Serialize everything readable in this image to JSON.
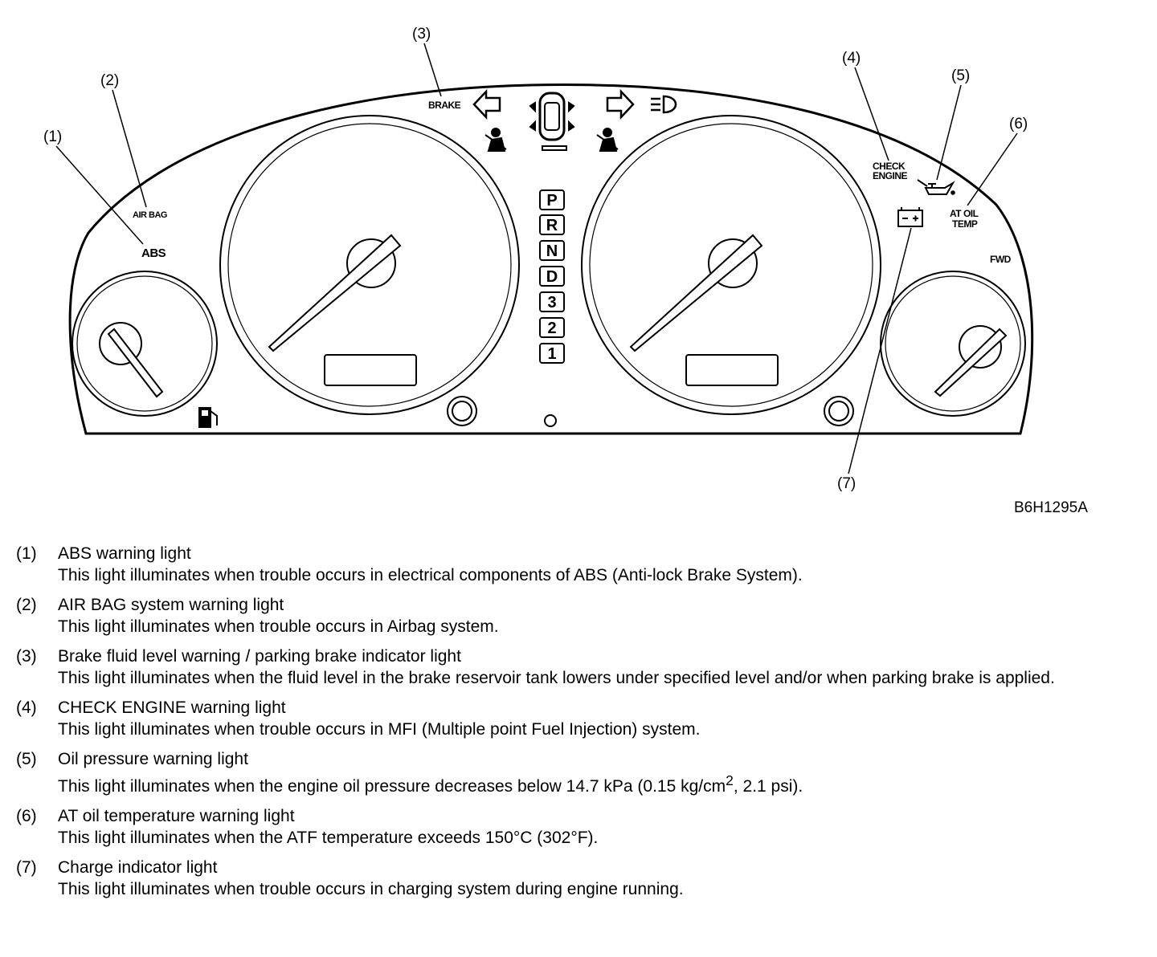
{
  "figure": {
    "code": "B6H1295A",
    "callouts": [
      "(1)",
      "(2)",
      "(3)",
      "(4)",
      "(5)",
      "(6)",
      "(7)"
    ],
    "cluster_labels": {
      "abs": "ABS",
      "air_bag": "AIR BAG",
      "brake": "BRAKE",
      "check_engine_line1": "CHECK",
      "check_engine_line2": "ENGINE",
      "at_oil_line1": "AT OIL",
      "at_oil_line2": "TEMP",
      "fwd": "FWD"
    },
    "gear_positions": [
      "P",
      "R",
      "N",
      "D",
      "3",
      "2",
      "1"
    ]
  },
  "legend": [
    {
      "num": "(1)",
      "title": "ABS warning light",
      "desc": "This light illuminates when trouble occurs in electrical components of ABS (Anti-lock Brake System)."
    },
    {
      "num": "(2)",
      "title": "AIR BAG system warning light",
      "desc": "This light illuminates when trouble occurs in Airbag system."
    },
    {
      "num": "(3)",
      "title": "Brake fluid level warning / parking brake indicator light",
      "desc": "This light illuminates when the fluid level in the brake reservoir tank lowers under specified level and/or when parking brake is applied."
    },
    {
      "num": "(4)",
      "title": "CHECK ENGINE warning light",
      "desc": "This light illuminates when trouble occurs in MFI (Multiple point Fuel Injection) system."
    },
    {
      "num": "(5)",
      "title": "Oil pressure warning light",
      "desc_before": "This light illuminates when the engine oil pressure decreases below 14.7 kPa (0.15 kg/cm",
      "desc_sup": "2",
      "desc_after": ", 2.1 psi)."
    },
    {
      "num": "(6)",
      "title": "AT oil temperature warning light",
      "desc": "This light illuminates when the ATF temperature exceeds 150°C (302°F)."
    },
    {
      "num": "(7)",
      "title": "Charge indicator light",
      "desc": "This light illuminates when trouble occurs in charging system during engine running."
    }
  ]
}
